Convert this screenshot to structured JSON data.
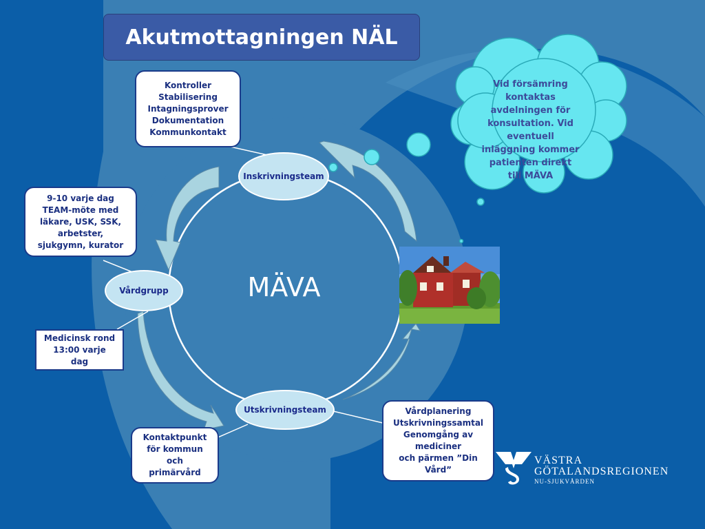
{
  "title": "Akutmottagningen NÄL",
  "center": "MÄVA",
  "nodes": {
    "top": "Inskrivningsteam",
    "left": "Vårdgrupp",
    "bottom": "Utskrivningsteam"
  },
  "callouts": {
    "top": [
      "Kontroller",
      "Stabilisering",
      "Intagningsprover",
      "Dokumentation",
      "Kommunkontakt"
    ],
    "left_top": [
      "9-10 varje dag",
      "TEAM-möte med",
      "läkare, USK, SSK,",
      "arbetster,",
      "sjukgymn, kurator"
    ],
    "left_bottom": [
      "Medicinsk rond",
      "13:00 varje",
      "dag"
    ],
    "bottom_left": [
      "Kontaktpunkt",
      "för kommun",
      "och",
      "primärvård"
    ],
    "bottom_right": [
      "Vårdplanering",
      "Utskrivningssamtal",
      "Genomgång av",
      "mediciner",
      "och pärmen ”Din",
      "Vård”"
    ]
  },
  "cloud": [
    "Vid försämring",
    "kontaktas",
    "avdelningen för",
    "konsultation. Vid",
    "eventuell",
    "inläggning kommer",
    "patienten direkt",
    "till MÄVA"
  ],
  "logo": {
    "line1": "VÄSTRA",
    "line2": "GÖTALANDSREGIONEN",
    "line3": "NU-SJUKVÅRDEN"
  },
  "colors": {
    "background": "#0b5ea8",
    "title_box": "#3a5ba6",
    "node_fill": "#c4e4f2",
    "cloud_fill": "#66e6f0",
    "callout_text": "#1a2f80",
    "arrow_fill": "#a9d4e0"
  }
}
